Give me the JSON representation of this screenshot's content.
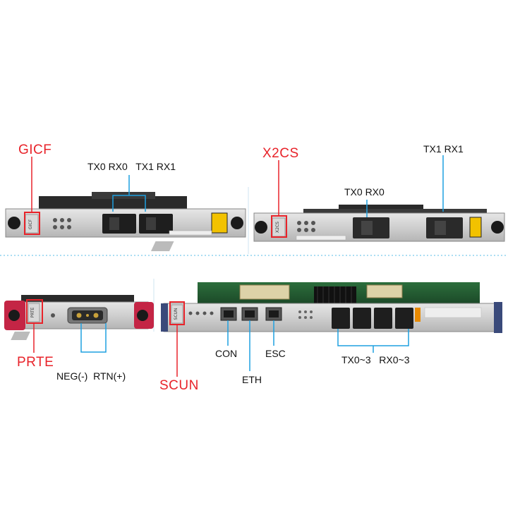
{
  "boards": {
    "gicf": {
      "name": "GICF",
      "ports_label": "TX0 RX0   TX1 RX1"
    },
    "x2cs": {
      "name": "X2CS",
      "port0_label": "TX0 RX0",
      "port1_label": "TX1 RX1"
    },
    "prte": {
      "name": "PRTE",
      "power_label": "NEG(-)  RTN(+)"
    },
    "scun": {
      "name": "SCUN",
      "con_label": "CON",
      "eth_label": "ETH",
      "esc_label": "ESC",
      "sfp_label": "TX0~3   RX0~3"
    }
  },
  "colors": {
    "callout_red": "#e8232a",
    "callout_blue": "#1ea0e0",
    "panel": "#c9c9c9",
    "prte_red": "#c42545"
  }
}
